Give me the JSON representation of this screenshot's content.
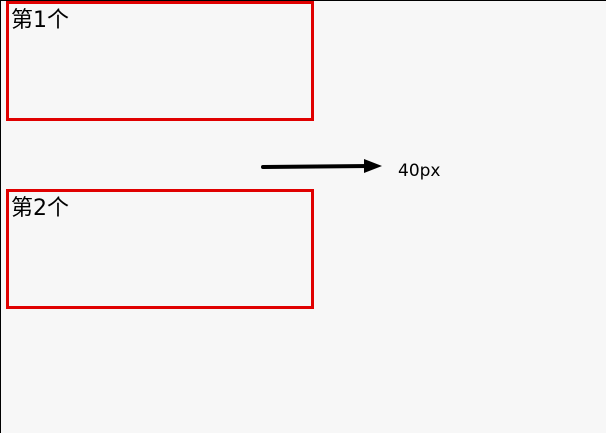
{
  "boxes": [
    {
      "label": "第1个"
    },
    {
      "label": "第2个"
    }
  ],
  "annotation": {
    "text": "40px",
    "icon": "right-arrow-icon"
  },
  "colors": {
    "box_border": "#e00000",
    "background": "#f7f7f7",
    "text": "#000000"
  }
}
